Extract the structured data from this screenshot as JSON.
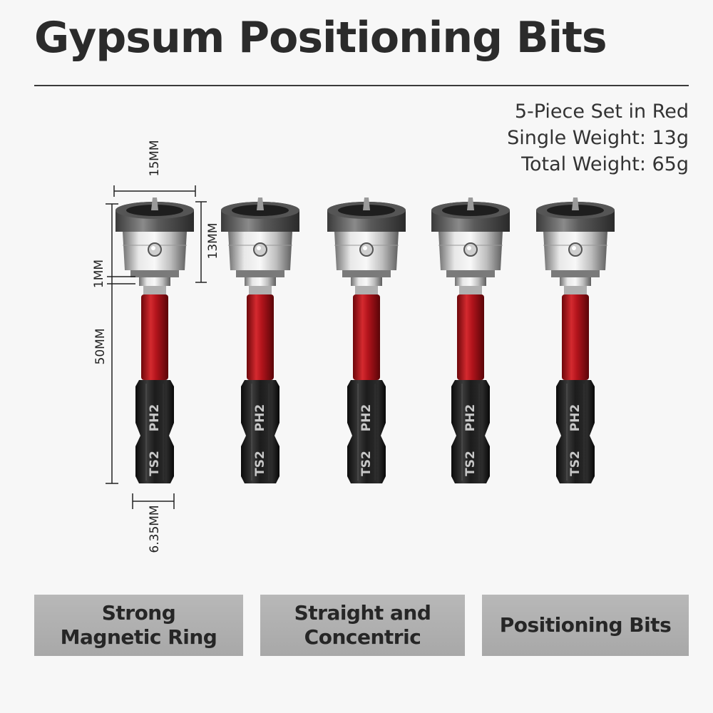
{
  "header": {
    "title": "Gypsum Positioning Bits"
  },
  "specs": {
    "line1": "5-Piece Set in Red",
    "line2": "Single Weight:  13g",
    "line3": "Total Weight: 65g"
  },
  "dimensions": {
    "ring_diameter": "15MM",
    "ring_height": "13MM",
    "gap": "1MM",
    "shank_length": "50MM",
    "hex_width": "6.35MM"
  },
  "bit_markings": {
    "upper": "PH2",
    "lower": "TS2"
  },
  "colors": {
    "shank": "#b3141c",
    "hex": "#1a1a1a",
    "ring": "#4a4a4a",
    "feature_box": "#b0b0b0"
  },
  "features": [
    {
      "label": "Strong\nMagnetic Ring"
    },
    {
      "label": "Straight and\nConcentric"
    },
    {
      "label": "Positioning Bits"
    }
  ]
}
